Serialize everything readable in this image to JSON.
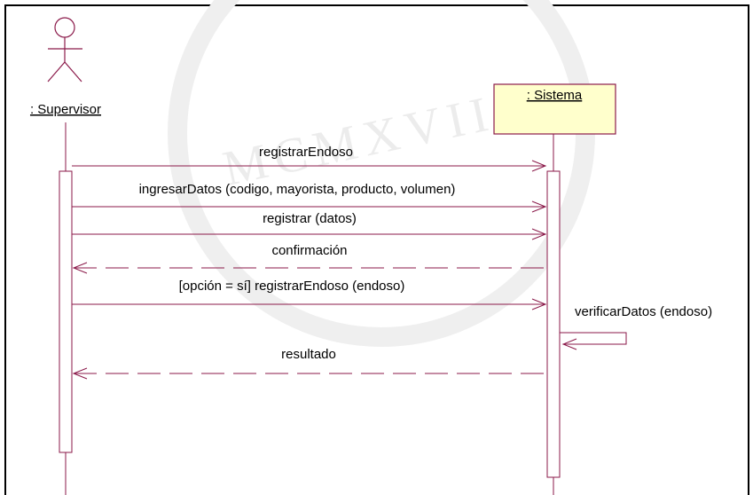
{
  "diagram": {
    "actor": {
      "name": ": Supervisor"
    },
    "system": {
      "name": ": Sistema"
    },
    "watermark": "MCMXVII",
    "messages": [
      {
        "label": "registrarEndoso",
        "kind": "call"
      },
      {
        "label": "ingresarDatos (codigo, mayorista, producto, volumen)",
        "kind": "call"
      },
      {
        "label": "registrar (datos)",
        "kind": "call"
      },
      {
        "label": "confirmación",
        "kind": "return"
      },
      {
        "label": "[opción = sí] registrarEndoso (endoso)",
        "kind": "call"
      },
      {
        "label": "verificarDatos (endoso)",
        "kind": "self"
      },
      {
        "label": "resultado",
        "kind": "return"
      }
    ],
    "colors": {
      "message_line": "#8b1a4a",
      "lifeline": "#8b1a4a",
      "object_fill": "#ffffcc",
      "object_border": "#8b1a4a"
    }
  }
}
